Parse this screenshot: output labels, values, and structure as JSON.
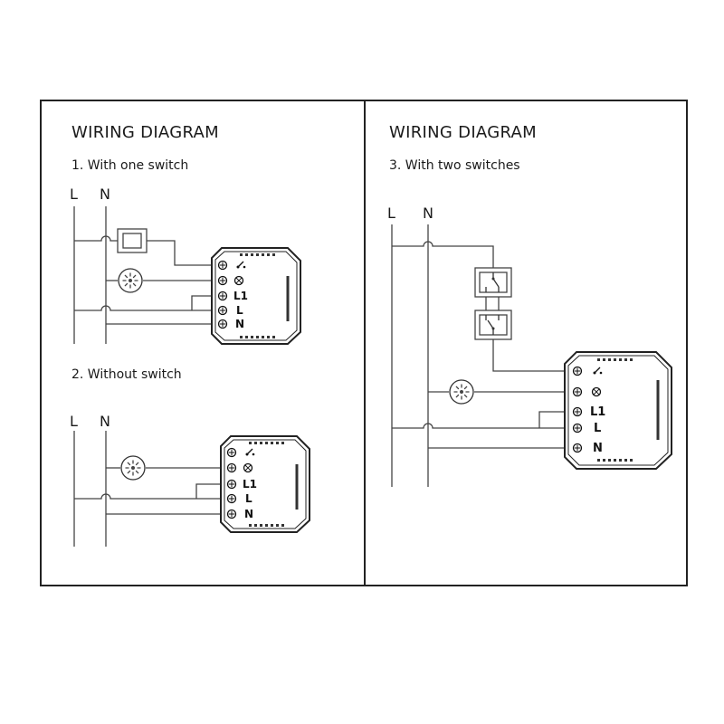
{
  "left_panel": {
    "heading": "WIRING DIAGRAM",
    "section1_title": "1. With one switch",
    "section2_title": "2. Without switch"
  },
  "right_panel": {
    "heading": "WIRING DIAGRAM",
    "section3_title": "3. With two switches"
  },
  "line_labels": {
    "live": "L",
    "neutral": "N"
  },
  "module_terminals": {
    "l1": "L1",
    "l": "L",
    "n": "N"
  },
  "icons": [
    "switch-icon",
    "lamp-icon",
    "two-way-switch-icon",
    "relay-module-icon"
  ]
}
